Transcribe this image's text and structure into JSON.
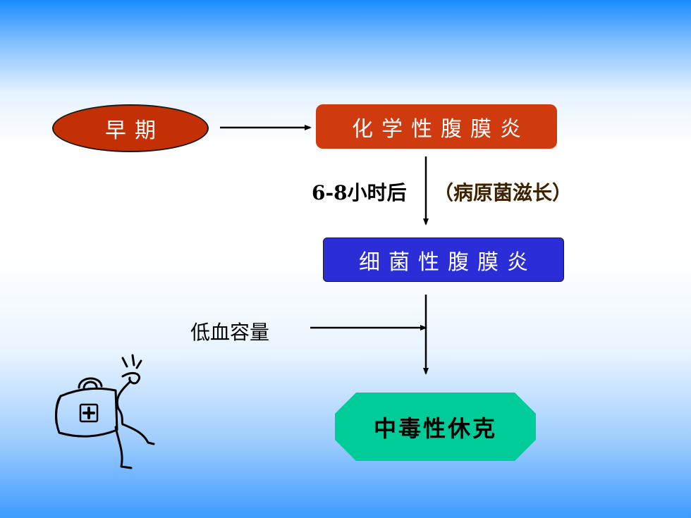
{
  "nodes": {
    "early": "早期",
    "chemical_peritonitis": "化学性腹膜炎",
    "bacterial_peritonitis": "细菌性腹膜炎",
    "toxic_shock": "中毒性休克"
  },
  "labels": {
    "time": "6-8小时后",
    "growth": "（病原菌滋长）",
    "hypovolemia": "低血容量"
  },
  "colors": {
    "early": "#c33005",
    "chemical": "#cf3a0f",
    "bacterial": "#2b2ed6",
    "shock": "#00cc99"
  },
  "icons": [
    "medical-bag-figure-icon"
  ]
}
